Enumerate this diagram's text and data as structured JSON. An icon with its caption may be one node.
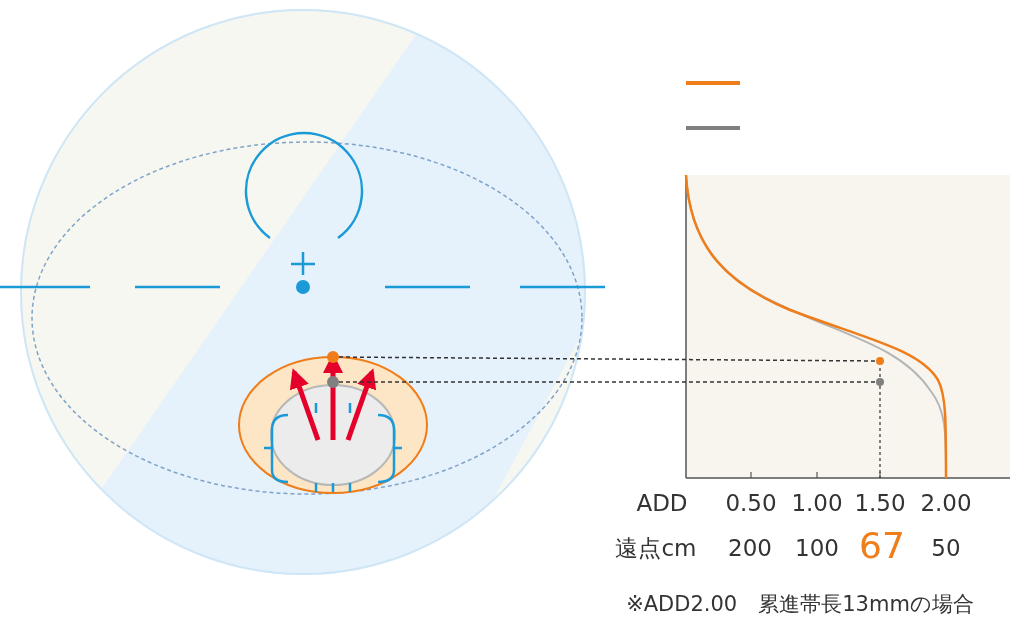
{
  "diagram": {
    "nodes": [
      {
        "text": [],
        "shape": "circle"
      },
      {
        "text": [],
        "shape": "circle"
      },
      {
        "text": [],
        "shape": "circle"
      },
      {
        "text": [],
        "shape": "circle"
      }
    ],
    "edges": [
      {
        "from": 0,
        "to": 2,
        "arrow": "none",
        "style": "dashed"
      },
      {
        "from": 1,
        "to": 3,
        "arrow": "none",
        "style": "dashed"
      }
    ],
    "labels": [
      "ADD",
      "0.50",
      "1.00",
      "1.50",
      "2.00",
      "遠点cm",
      "200",
      "100",
      "67",
      "50",
      "※ADD2.00　累進帯長13mmの場合"
    ]
  }
}
